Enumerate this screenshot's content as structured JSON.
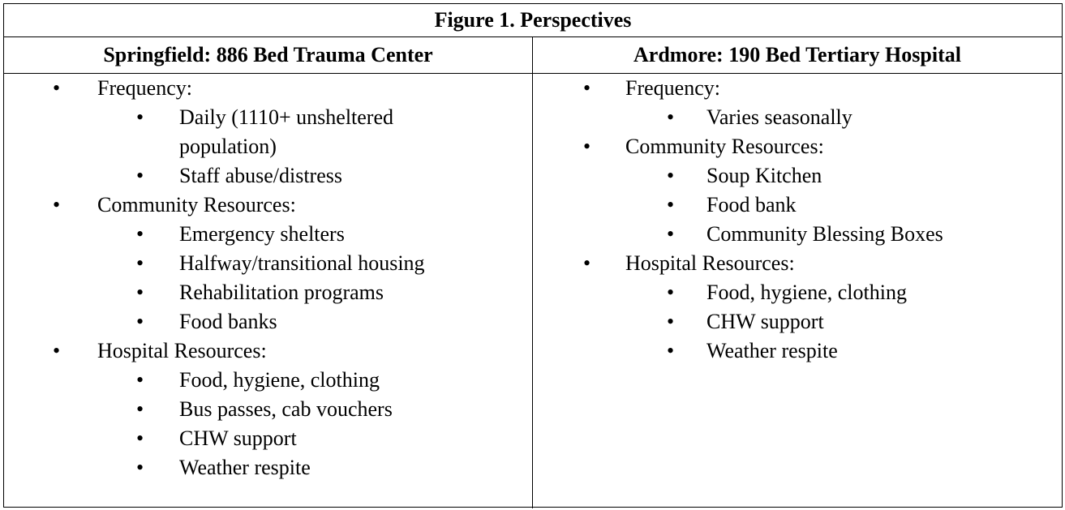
{
  "title": "Figure 1. Perspectives",
  "columns": [
    {
      "heading": "Springfield: 886 Bed Trauma Center",
      "sections": [
        {
          "label": "Frequency:",
          "items": [
            "Daily (1110+ unsheltered population)",
            "Staff abuse/distress"
          ]
        },
        {
          "label": "Community Resources:",
          "items": [
            "Emergency shelters",
            "Halfway/transitional housing",
            "Rehabilitation programs",
            "Food banks"
          ]
        },
        {
          "label": "Hospital Resources:",
          "items": [
            "Food, hygiene, clothing",
            "Bus passes, cab vouchers",
            "CHW support",
            "Weather respite"
          ]
        }
      ]
    },
    {
      "heading": "Ardmore: 190 Bed Tertiary Hospital",
      "sections": [
        {
          "label": "Frequency:",
          "items": [
            "Varies seasonally"
          ]
        },
        {
          "label": "Community Resources:",
          "items": [
            "Soup Kitchen",
            "Food bank",
            "Community Blessing Boxes"
          ]
        },
        {
          "label": "Hospital Resources:",
          "items": [
            "Food, hygiene, clothing",
            "CHW support",
            "Weather respite"
          ]
        }
      ]
    }
  ]
}
